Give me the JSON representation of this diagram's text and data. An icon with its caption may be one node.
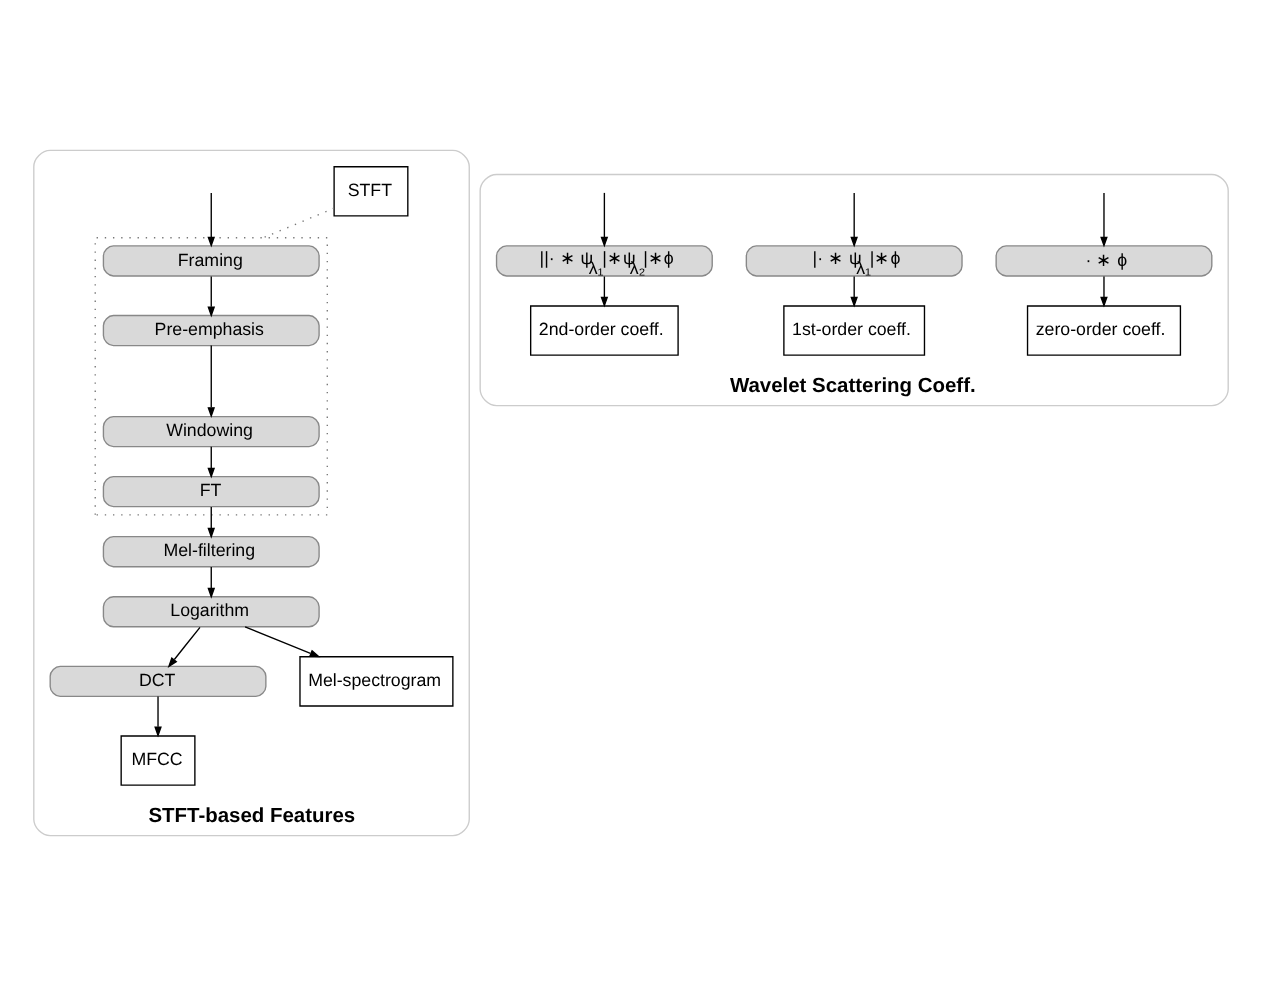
{
  "diagram": {
    "nodes": [
      {
        "text": [
          "STFT-based Features"
        ]
      },
      {
        "text": [
          "STFT"
        ],
        "in": 0
      },
      {
        "text": [],
        "shape": "box",
        "in": 0
      },
      {
        "text": [
          "Framing"
        ],
        "in": 2
      },
      {
        "text": [
          "Pre-emphasis"
        ],
        "in": 2
      },
      {
        "text": [
          "Windowing"
        ],
        "in": 2
      },
      {
        "text": [
          "FT"
        ],
        "in": 2
      },
      {
        "text": [
          "Mel-filtering"
        ],
        "in": 0
      },
      {
        "text": [
          "Logarithm"
        ],
        "in": 0
      },
      {
        "text": [
          "DCT"
        ],
        "in": 0
      },
      {
        "text": [
          "Mel-spectrogram"
        ],
        "in": 0
      },
      {
        "text": [
          "MFCC"
        ],
        "in": 0
      },
      {
        "text": [
          "Wavelet Scattering Coeff."
        ]
      },
      {
        "text": [
          "· ∗ ϕ"
        ],
        "in": 12
      },
      {
        "text": [
          "zero-order coeff."
        ],
        "in": 12
      },
      {
        "text": [
          "|· ∗ ψ$_{λ₁}$|∗ϕ"
        ],
        "in": 12
      },
      {
        "text": [
          "1st-order coeff."
        ],
        "in": 12
      },
      {
        "text": [
          "||· ∗ ψ$_{λ₁}$|∗ψ$_{λ₂}$|∗ϕ"
        ],
        "in": 12
      },
      {
        "text": [
          "2nd-order coeff."
        ],
        "in": 12
      }
    ],
    "edges": [
      {
        "from": null,
        "to": 3,
        "arrow": "to"
      },
      {
        "from": 3,
        "to": 4,
        "arrow": "to"
      },
      {
        "from": 4,
        "to": 5,
        "arrow": "to"
      },
      {
        "from": 5,
        "to": 6,
        "arrow": "to"
      },
      {
        "from": 6,
        "to": 7,
        "arrow": "to"
      },
      {
        "from": 7,
        "to": 8,
        "arrow": "to"
      },
      {
        "from": 8,
        "to": 10,
        "arrow": "to"
      },
      {
        "from": 8,
        "to": 9,
        "arrow": "to"
      },
      {
        "from": 9,
        "to": 11,
        "arrow": "to"
      },
      {
        "from": 1,
        "to": 2,
        "arrow": "none",
        "style": "dashed",
        "color": "#777777"
      },
      {
        "from": null,
        "to": 13,
        "arrow": "to"
      },
      {
        "from": null,
        "to": 15,
        "arrow": "to"
      },
      {
        "from": null,
        "to": 17,
        "arrow": "to"
      },
      {
        "from": 13,
        "to": 14,
        "arrow": "to"
      },
      {
        "from": 15,
        "to": 16,
        "arrow": "to"
      },
      {
        "from": 17,
        "to": 18,
        "arrow": "to"
      }
    ]
  }
}
